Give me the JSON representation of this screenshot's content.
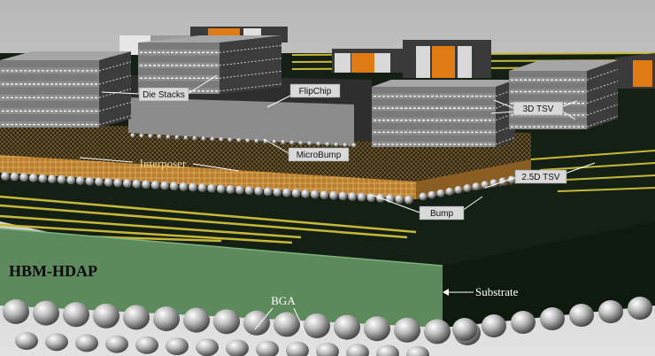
{
  "diagram": {
    "title": "HBM-HDAP",
    "labels": {
      "die_stacks": "Die Stacks",
      "flipchip": "FlipChip",
      "microbump": "MicroBump",
      "interposer": "Interposer",
      "tsv_3d": "3D TSV",
      "tsv_25d": "2.5D TSV",
      "bump": "Bump",
      "substrate": "Substrate",
      "bga": "BGA"
    },
    "colors": {
      "background": "#d8d8d8",
      "board": "#142014",
      "substrate": "#5d8a5d",
      "interposer": "#c58a35",
      "die": "#8e8e8e",
      "flipchip": "#2e2e2e",
      "trace": "#c8b83a",
      "accent_orange": "#e07a14",
      "label_box": "#d9d9d9"
    }
  }
}
